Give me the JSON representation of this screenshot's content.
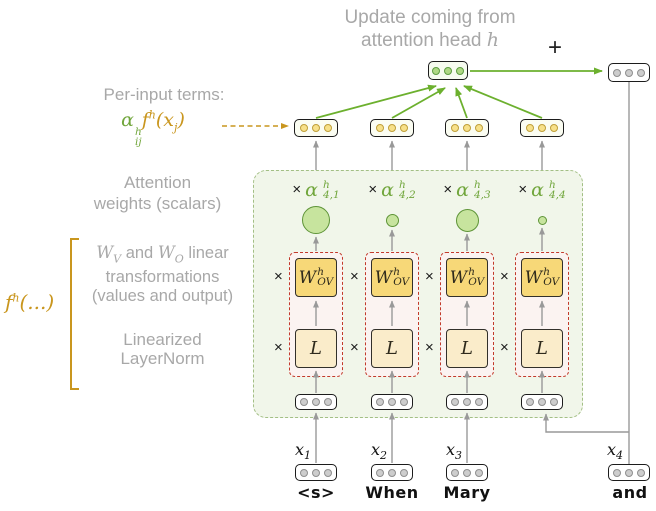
{
  "title": {
    "line1": "Update coming from",
    "line2_prefix": "attention head ",
    "line2_var": "h"
  },
  "plus_sign": "+",
  "left_panel": {
    "per_input_label": "Per-input terms:",
    "formula": {
      "alpha": "α",
      "alpha_sup": "h",
      "alpha_sub": "ij",
      "f": "f",
      "f_sup": "h",
      "open": "(",
      "x": "x",
      "x_sub": "j",
      "close": ")"
    },
    "attention_line1": "Attention",
    "attention_line2": "weights (scalars)",
    "transform_line1": {
      "w1": "W",
      "w1_sub": "V",
      "and": " and ",
      "w2": "W",
      "w2_sub": "O",
      "tail": " linear"
    },
    "transform_line2": "transformations",
    "transform_line3": "(values and output)",
    "layernorm_line1": "Linearized",
    "layernorm_line2": "LayerNorm",
    "f_label": {
      "base": "f",
      "sup": "h",
      "args": "(...)"
    }
  },
  "columns": [
    {
      "alpha": {
        "times": "×",
        "base": "α",
        "sup": "h",
        "sub": "4,1"
      },
      "circle_diameter": 28,
      "w_times": "×",
      "w_box": {
        "base": "W",
        "sup": "h",
        "sub": "OV"
      },
      "l_times": "×",
      "l_box": "L",
      "x_label": {
        "base": "x",
        "sub": "1"
      },
      "token": "<s>"
    },
    {
      "alpha": {
        "times": "×",
        "base": "α",
        "sup": "h",
        "sub": "4,2"
      },
      "circle_diameter": 13,
      "w_times": "×",
      "w_box": {
        "base": "W",
        "sup": "h",
        "sub": "OV"
      },
      "l_times": "×",
      "l_box": "L",
      "x_label": {
        "base": "x",
        "sub": "2"
      },
      "token": "When"
    },
    {
      "alpha": {
        "times": "×",
        "base": "α",
        "sup": "h",
        "sub": "4,3"
      },
      "circle_diameter": 23,
      "w_times": "×",
      "w_box": {
        "base": "W",
        "sup": "h",
        "sub": "OV"
      },
      "l_times": "×",
      "l_box": "L",
      "x_label": {
        "base": "x",
        "sub": "3"
      },
      "token": "Mary"
    },
    {
      "alpha": {
        "times": "×",
        "base": "α",
        "sup": "h",
        "sub": "4,4"
      },
      "circle_diameter": 9,
      "w_times": "×",
      "w_box": {
        "base": "W",
        "sup": "h",
        "sub": "OV"
      },
      "l_times": "×",
      "l_box": "L",
      "x_label": {
        "base": "x",
        "sub": "4"
      },
      "token": "and"
    }
  ],
  "colors": {
    "gray_text": "#a8a8a8",
    "gray_line": "#999999",
    "green_arrow": "#6cb02e",
    "green_text": "#71a63c",
    "green_box_border": "#a3bf85",
    "green_box_fill": "#f1f6ea",
    "circle_fill": "#c7e49e",
    "circle_border": "#5e9437",
    "gold": "#c9961e",
    "red_dashed": "#c23a2b",
    "red_box_fill": "#fbf3f1",
    "w_box_fill": "#f7d878",
    "l_box_fill": "#faecca",
    "yellow_dot": "#f7e189",
    "yellow_dot_border": "#bf9f3a",
    "green_dot": "#aed884",
    "green_dot_border": "#5d9c41",
    "gray_dot": "#cdcdcd",
    "gray_dot_border": "#8f8f8f"
  }
}
